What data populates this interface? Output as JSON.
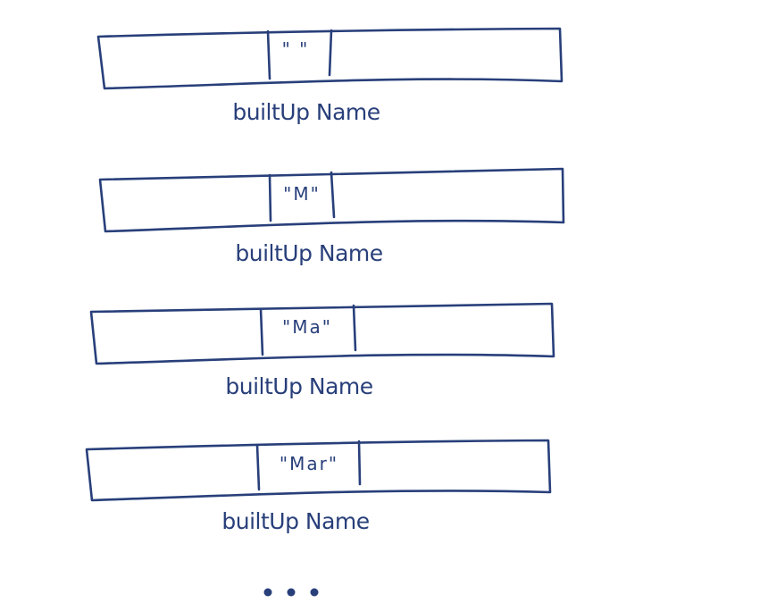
{
  "frames": [
    {
      "cell": "\" \"",
      "label": "builtUp Name"
    },
    {
      "cell": "\"M\"",
      "label": "builtUp Name"
    },
    {
      "cell": "\"Ma\"",
      "label": "builtUp Name"
    },
    {
      "cell": "\"Mar\"",
      "label": "builtUp Name"
    }
  ],
  "colors": {
    "ink": "#283f7a",
    "background": "#ffffff"
  }
}
